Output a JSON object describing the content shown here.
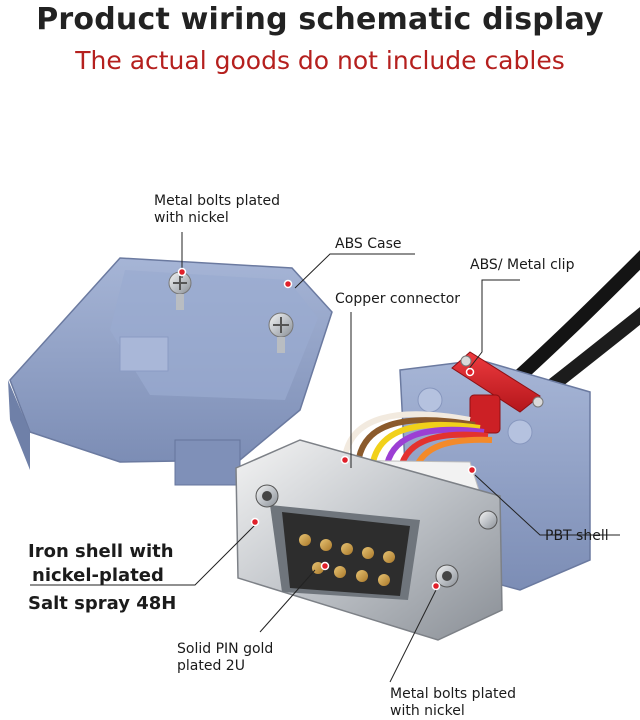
{
  "header": {
    "title": "Product wiring schematic display",
    "subtitle": "The actual goods do not include cables"
  },
  "callouts": {
    "bolts_top_line1": "Metal bolts plated",
    "bolts_top_line2": "with nickel",
    "abs_case": "ABS Case",
    "abs_metal_clip": "ABS/ Metal clip",
    "copper_connector": "Copper connector",
    "pbt_shell": "PBT shell",
    "iron_line1": "Iron shell with",
    "iron_line2": "nickel-plated",
    "iron_line3": "Salt spray 48H",
    "pin_line1": "Solid PIN gold",
    "pin_line2": "plated 2U",
    "bolts_bottom_line1": "Metal bolts plated",
    "bolts_bottom_line2": "with nickel"
  },
  "colors": {
    "title": "#222222",
    "subtitle": "#b5201e",
    "case": "#8c9dc2",
    "clip": "#d7262b",
    "pin_gold": "#c79a3a",
    "marker": "#e0202a"
  }
}
